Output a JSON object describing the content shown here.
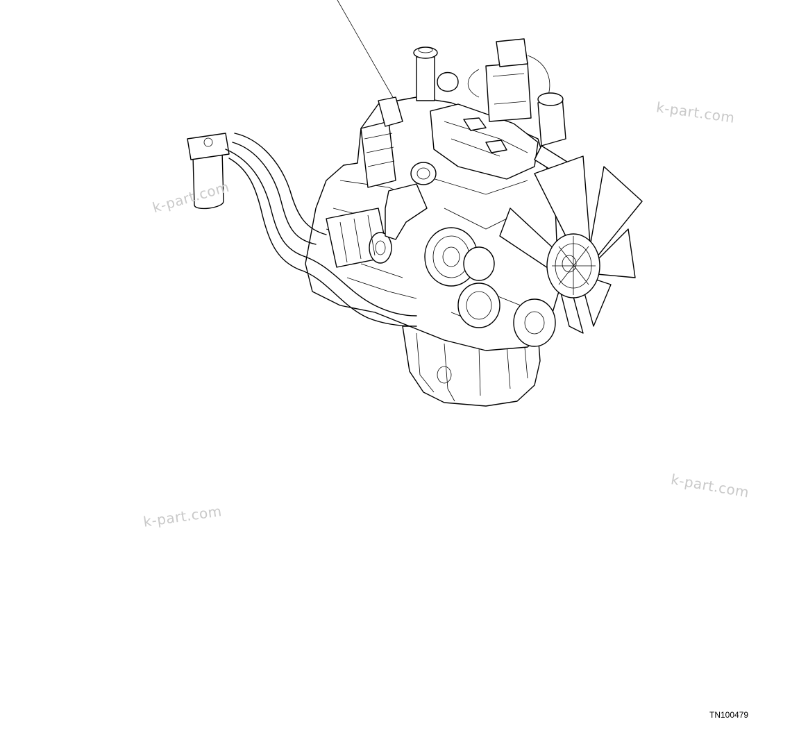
{
  "figure_id": "TN100479",
  "watermarks": [
    "k-part.com",
    "k-part.com",
    "k-part.com",
    "k-part.com"
  ]
}
